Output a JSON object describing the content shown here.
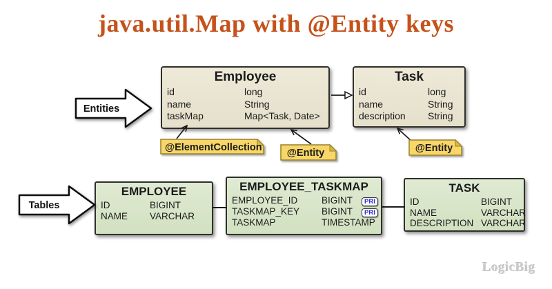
{
  "title": "java.util.Map with @Entity keys",
  "labels": {
    "entities_arrow": "Entities",
    "tables_arrow": "Tables"
  },
  "entities": [
    {
      "name": "Employee",
      "fields": [
        {
          "name": "id",
          "type": "long"
        },
        {
          "name": "name",
          "type": "String"
        },
        {
          "name": "taskMap",
          "type": "Map<Task, Date>"
        }
      ]
    },
    {
      "name": "Task",
      "fields": [
        {
          "name": "id",
          "type": "long"
        },
        {
          "name": "name",
          "type": "String"
        },
        {
          "name": "description",
          "type": "String"
        }
      ]
    }
  ],
  "annotations": [
    {
      "label": "@ElementCollection"
    },
    {
      "label": "@Entity"
    },
    {
      "label": "@Entity"
    }
  ],
  "tables": [
    {
      "name": "EMPLOYEE",
      "columns": [
        {
          "name": "ID",
          "type": "BIGINT",
          "key": ""
        },
        {
          "name": "NAME",
          "type": "VARCHAR",
          "key": ""
        }
      ]
    },
    {
      "name": "EMPLOYEE_TASKMAP",
      "columns": [
        {
          "name": "EMPLOYEE_ID",
          "type": "BIGINT",
          "key": "PRI"
        },
        {
          "name": "TASKMAP_KEY",
          "type": "BIGINT",
          "key": "PRI"
        },
        {
          "name": "TASKMAP",
          "type": "TIMESTAMP",
          "key": ""
        }
      ]
    },
    {
      "name": "TASK",
      "columns": [
        {
          "name": "ID",
          "type": "BIGINT",
          "key": ""
        },
        {
          "name": "NAME",
          "type": "VARCHAR",
          "key": ""
        },
        {
          "name": "DESCRIPTION",
          "type": "VARCHAR",
          "key": ""
        }
      ]
    }
  ],
  "watermark": "LogicBig",
  "colors": {
    "title": "#c5521b",
    "entity_fill": "#eae5d2",
    "table_fill": "#d8e5c9",
    "note_fill": "#f8d667",
    "note_border": "#97802f",
    "pri": "#2b2bd6",
    "outline": "#1a1a1a"
  }
}
